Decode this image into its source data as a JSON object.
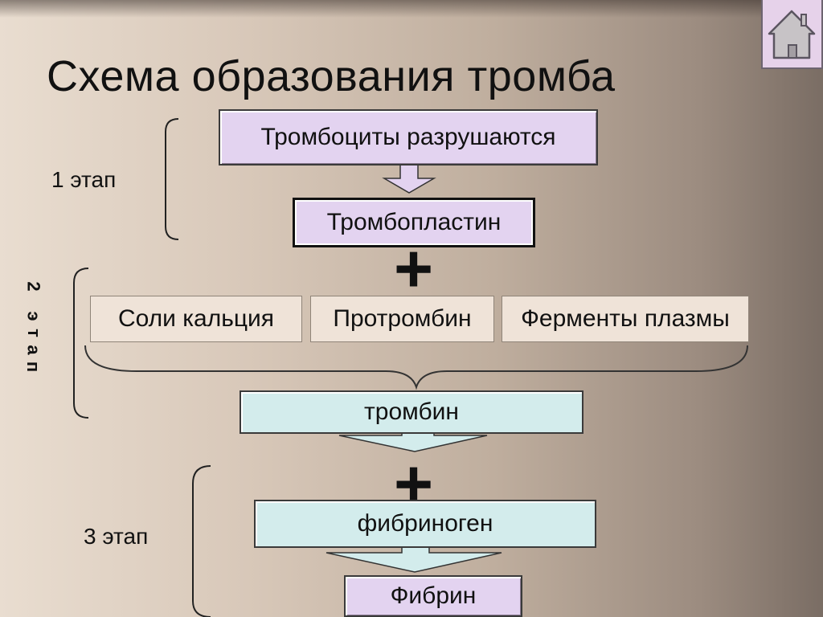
{
  "slide": {
    "title": "Схема образования тромба"
  },
  "stages": {
    "stage1": "1 этап",
    "stage2_chars": [
      "2",
      "",
      "э",
      "т",
      "а",
      "п"
    ],
    "stage3": "3 этап"
  },
  "boxes": {
    "platelets": "Тромбоциты разрушаются",
    "thromboplastin": "Тромбопластин",
    "calcium_salts": "Соли кальция",
    "prothrombin": "Протромбин",
    "plasma_enzymes": "Ферменты плазмы",
    "thrombin": "тромбин",
    "fibrinogen": "фибриноген",
    "fibrin": "Фибрин"
  },
  "symbols": {
    "plus": "+"
  },
  "icons": {
    "home": "home-icon"
  },
  "colors": {
    "lilac": "#e3d3f0",
    "cyan": "#d3ecec",
    "beige": "#efe3d8"
  }
}
